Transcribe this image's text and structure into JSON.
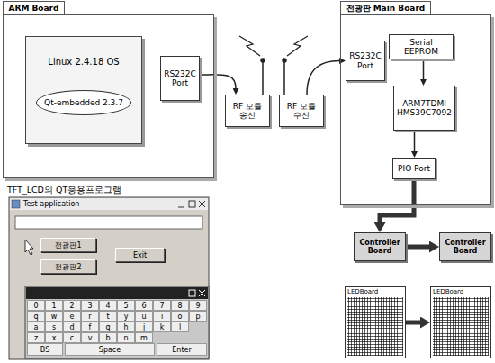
{
  "diagram": {
    "nodes": [
      {
        "text": [
          "ARM Board"
        ]
      },
      {
        "text": [
          "Linux 2.4.18 OS"
        ],
        "in": 0
      },
      {
        "text": [
          "Qt-embedded 2.3.7"
        ],
        "in": 1
      },
      {
        "text": [
          "RS232C Port"
        ],
        "in": 0
      },
      {
        "text": [
          "RF 모듈 송신"
        ]
      },
      {
        "text": [
          "RF 모듈 수신"
        ]
      },
      {
        "text": [
          "전광판 Main Board"
        ]
      },
      {
        "text": [
          "RS232C Port"
        ],
        "in": 6
      },
      {
        "text": [
          "Serial EEPROM"
        ],
        "in": 6
      },
      {
        "text": [
          "ARM7TDMI HMS39C7092"
        ],
        "in": 6
      },
      {
        "text": [
          "PIO Port"
        ],
        "in": 6
      },
      {
        "text": [
          "Controller Board"
        ]
      },
      {
        "text": [
          "Controller Board"
        ]
      },
      {
        "text": [
          "LEDBoard"
        ]
      },
      {
        "text": [
          "LEDBoard"
        ]
      }
    ],
    "edges": [
      {
        "from": 3,
        "to": 4,
        "arrow": "to"
      },
      {
        "from": 5,
        "to": 7,
        "arrow": "to"
      },
      {
        "from": 8,
        "to": 9,
        "arrow": "to"
      },
      {
        "from": 9,
        "to": 10,
        "arrow": "to"
      },
      {
        "from": 10,
        "to": 11,
        "arrow": "to"
      },
      {
        "from": 11,
        "to": 12,
        "arrow": "to"
      },
      {
        "from": 13,
        "to": 14,
        "arrow": "to"
      }
    ],
    "labels": [
      "TFT_LCD의 QT응용프로그램",
      "Test application",
      "전광판1",
      "전광판2",
      "Exit",
      "0",
      "1",
      "2",
      "3",
      "4",
      "5",
      "6",
      "7",
      "8",
      "9",
      "q",
      "w",
      "e",
      "r",
      "t",
      "y",
      "u",
      "i",
      "o",
      "p",
      "a",
      "s",
      "d",
      "f",
      "g",
      "h",
      "j",
      "k",
      "l",
      "z",
      "x",
      "c",
      "v",
      "b",
      "n",
      "m",
      "BS",
      "Space",
      "Enter"
    ]
  }
}
